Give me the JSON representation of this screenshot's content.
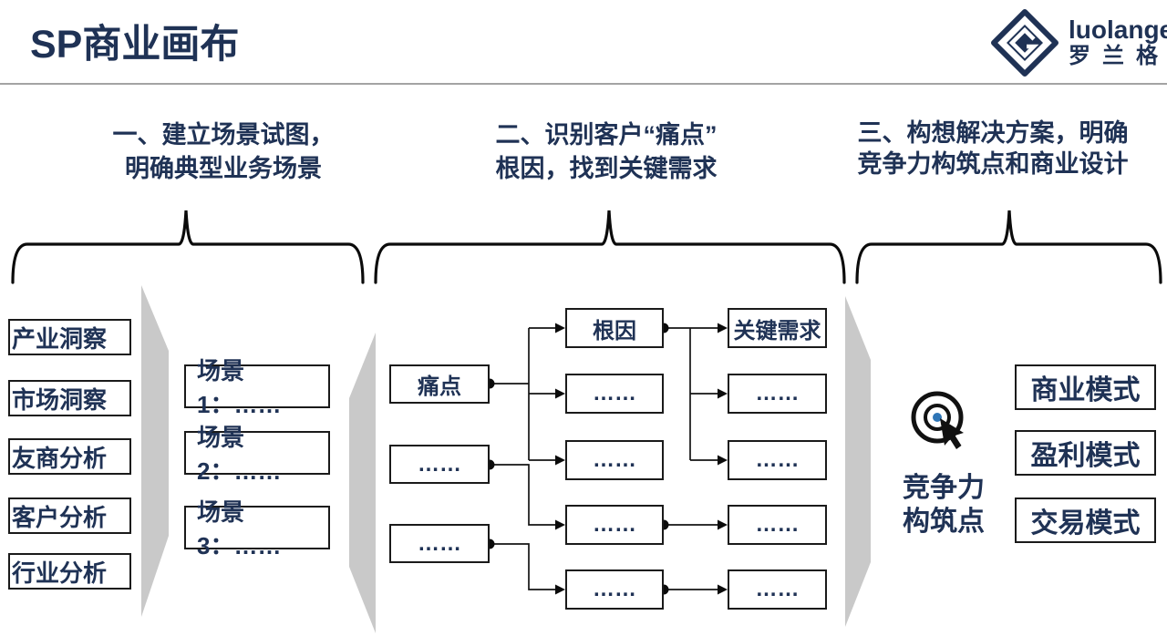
{
  "title": "SP商业画布",
  "logo": {
    "name": "luolanger",
    "name_cn": "罗兰格"
  },
  "steps": [
    {
      "line1": "一、建立场景试图，",
      "line2": "明确典型业务场景"
    },
    {
      "line1": "二、识别客户“痛点”",
      "line2": "根因，找到关键需求"
    },
    {
      "line1": "三、构想解决方案，明确",
      "line2": "竞争力构筑点和商业设计"
    }
  ],
  "insights": [
    "产业洞察",
    "市场洞察",
    "友商分析",
    "客户分析",
    "行业分析"
  ],
  "scenarios": [
    "场景1：……",
    "场景2：……",
    "场景3：……"
  ],
  "pain_points": [
    "痛点",
    "……",
    "……"
  ],
  "root_causes": [
    "根因",
    "……",
    "……",
    "……",
    "……"
  ],
  "key_needs": [
    "关键需求",
    "……",
    "……",
    "……",
    "……"
  ],
  "competitiveness": {
    "line1": "竞争力",
    "line2": "构筑点"
  },
  "business_models": [
    "商业模式",
    "盈利模式",
    "交易模式"
  ],
  "colors": {
    "navy": "#1f3255",
    "panel_gray": "#c9c9c9",
    "line_black": "#111111",
    "target_dot_blue": "#2e75b6"
  }
}
